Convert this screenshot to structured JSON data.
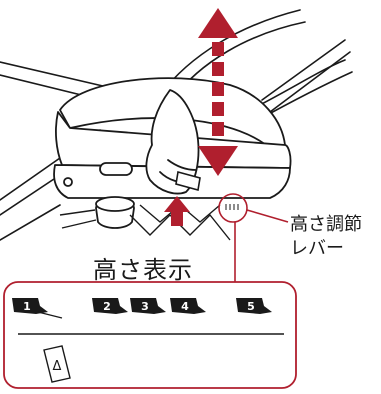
{
  "labels": {
    "lever_line1": "高さ調節",
    "lever_line2": "レバー",
    "height_display": "高さ表示"
  },
  "height_scale": {
    "positions": [
      "1",
      "2",
      "3",
      "4",
      "5"
    ],
    "indicator": "Δ"
  },
  "colors": {
    "accent": "#b01f2e",
    "line": "#1a1a1a"
  },
  "icons": {
    "up_down_arrow": "double-headed-arrow-dashed",
    "up_arrow": "up-arrow"
  }
}
